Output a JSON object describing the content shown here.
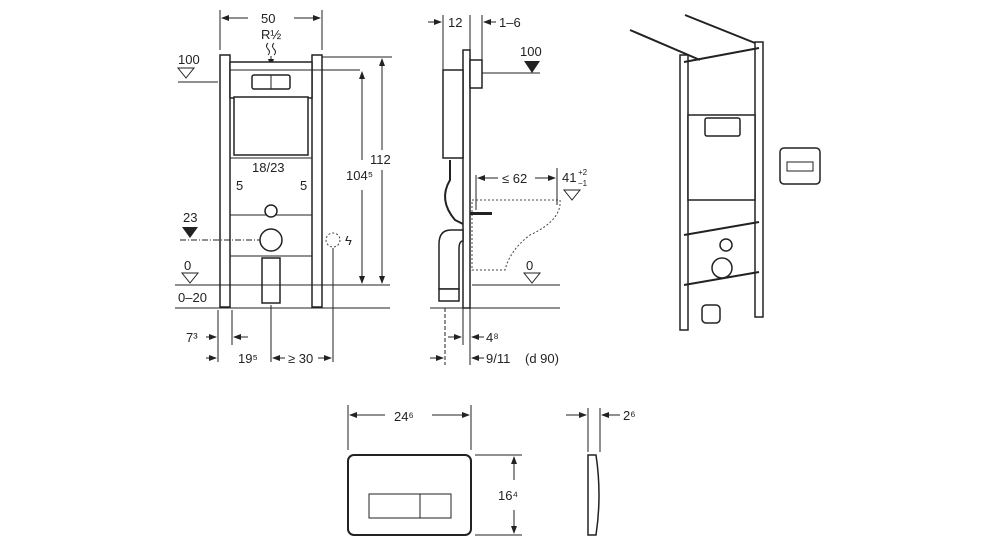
{
  "front_view": {
    "width": "50",
    "connection": "R½",
    "level_top": "100",
    "height_total": "112",
    "height_flush": "104⁵",
    "spacing": "18/23",
    "offset_left": "5",
    "offset_right": "5",
    "level_drain": "23",
    "level_floor": "0",
    "floor_range": "0–20",
    "post_depth": "7³",
    "post_offset": "19⁵",
    "min_clearance": "≥ 30"
  },
  "side_view": {
    "depth": "12",
    "plate_range": "1–6",
    "level_top": "100",
    "bowl_length": "≤ 62",
    "bowl_height": "41",
    "tolerance_plus": "+2",
    "tolerance_minus": "−1",
    "level_floor": "0",
    "frame_offset": "4⁸",
    "pipe_offset": "9/11",
    "pipe_diameter": "(d 90)"
  },
  "flush_plate": {
    "width": "24⁶",
    "height": "16⁴",
    "thickness": "2⁶"
  },
  "colors": {
    "line": "#222222",
    "background": "#ffffff"
  }
}
